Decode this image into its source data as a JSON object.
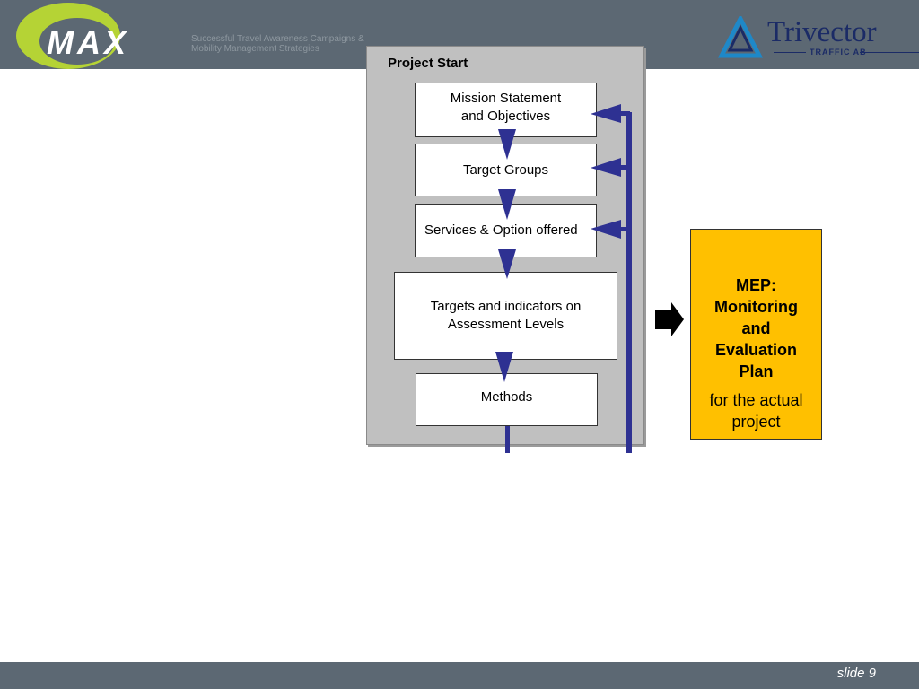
{
  "header": {
    "logo_text": "MAX",
    "tagline": "Successful Travel Awareness Campaigns & Mobility Management Strategies",
    "partner_name": "Trivector",
    "partner_sub": "TRAFFIC AB"
  },
  "panel": {
    "title": "Project Start",
    "steps": [
      "Mission Statement\nand Objectives",
      "Target Groups",
      "Services & Option offered",
      "Targets and indicators on\nAssessment Levels",
      "Methods"
    ]
  },
  "mep": {
    "title": "MEP:\nMonitoring\nand\nEvaluation\nPlan",
    "subtitle": "for the actual\nproject"
  },
  "colors": {
    "header_bar": "#5c6873",
    "arrow": "#2e3192",
    "mep_fill": "#ffc000",
    "panel_fill": "#c0c0c0"
  },
  "footer": {
    "slide_label": "slide 9"
  }
}
